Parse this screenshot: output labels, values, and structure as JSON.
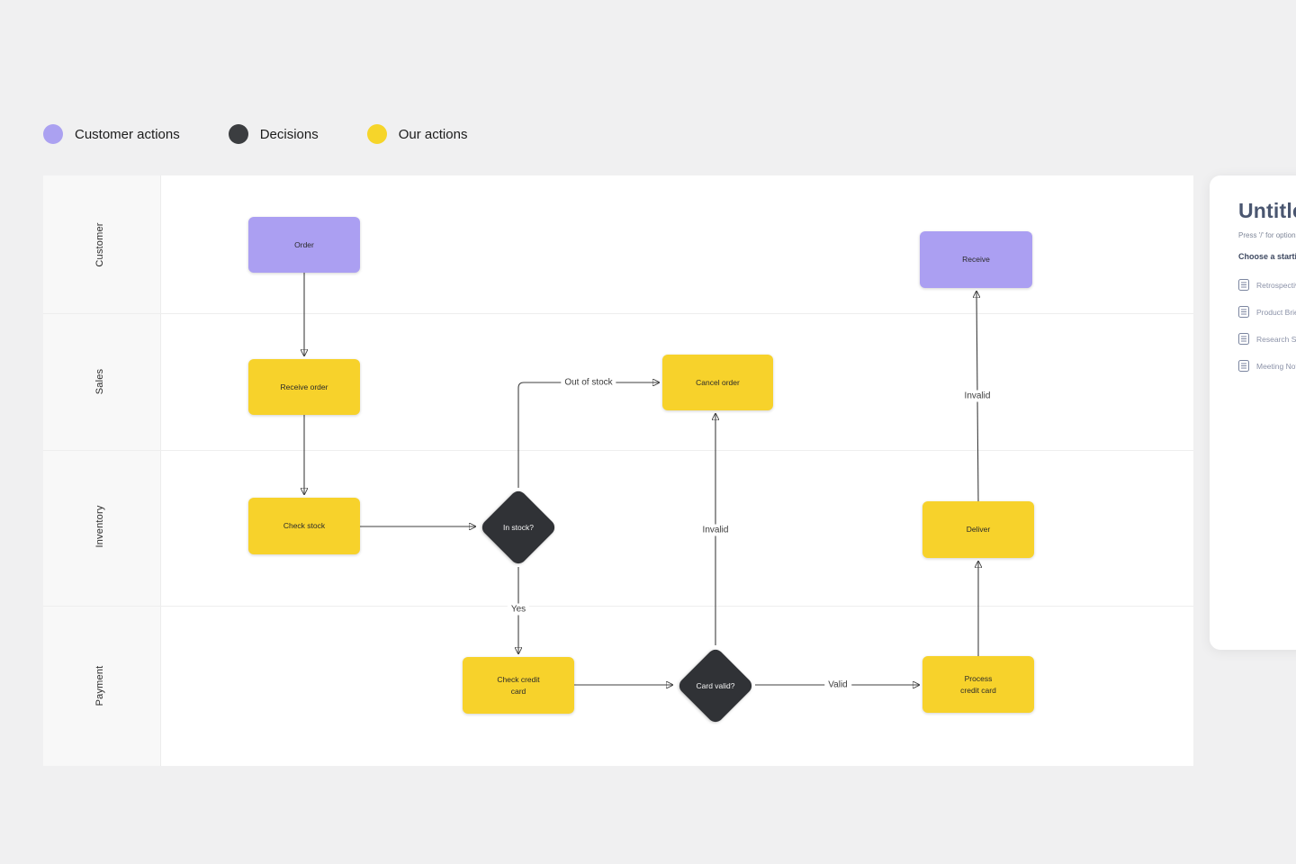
{
  "legend": {
    "items": [
      {
        "label": "Customer actions",
        "color": "#aba1f1",
        "icon": "circle-swatch"
      },
      {
        "label": "Decisions",
        "color": "#3b3d40",
        "icon": "circle-swatch"
      },
      {
        "label": "Our actions",
        "color": "#f6d52a",
        "icon": "circle-swatch"
      }
    ]
  },
  "board": {
    "lanes": [
      {
        "label": "Customer"
      },
      {
        "label": "Sales"
      },
      {
        "label": "Inventory"
      },
      {
        "label": "Payment"
      }
    ],
    "nodes": [
      {
        "label": "Order",
        "type": "customer",
        "lane": "Customer"
      },
      {
        "label": "Receive",
        "type": "customer",
        "lane": "Customer"
      },
      {
        "label": "Receive order",
        "type": "action",
        "lane": "Sales"
      },
      {
        "label": "Cancel order",
        "type": "action",
        "lane": "Sales"
      },
      {
        "label": "Check stock",
        "type": "action",
        "lane": "Inventory"
      },
      {
        "label": "In stock?",
        "type": "decision",
        "lane": "Inventory"
      },
      {
        "label": "Deliver",
        "type": "action",
        "lane": "Inventory"
      },
      {
        "label": "Check credit card",
        "type": "action",
        "lane": "Payment"
      },
      {
        "label": "Card valid?",
        "type": "decision",
        "lane": "Payment"
      },
      {
        "label": "Process credit card",
        "type": "action",
        "lane": "Payment"
      }
    ],
    "edge_labels": [
      {
        "label": "Out of stock",
        "edge": "in-stock-to-cancel-order"
      },
      {
        "label": "Yes",
        "edge": "in-stock-to-check-credit-card"
      },
      {
        "label": "Invalid",
        "edge": "card-valid-to-cancel-order"
      },
      {
        "label": "Valid",
        "edge": "card-valid-to-process-credit-card"
      },
      {
        "label": "Invalid",
        "edge": "deliver-to-receive"
      }
    ]
  },
  "panel": {
    "title": "Untitled",
    "hint": "Press '/' for options o",
    "section_title": "Choose a starting",
    "templates": [
      {
        "label": "Retrospective S",
        "icon": "document-icon"
      },
      {
        "label": "Product Brief",
        "icon": "document-icon"
      },
      {
        "label": "Research Synth",
        "icon": "document-icon"
      },
      {
        "label": "Meeting Notes",
        "icon": "document-icon"
      }
    ]
  },
  "colors": {
    "background": "#f0f0f1",
    "canvas": "#ffffff",
    "customer_node": "#ab9ff2",
    "action_node": "#f7d22b",
    "decision_node": "#303236",
    "edge": "#3f3f3f",
    "panel_title": "#4a5670"
  }
}
